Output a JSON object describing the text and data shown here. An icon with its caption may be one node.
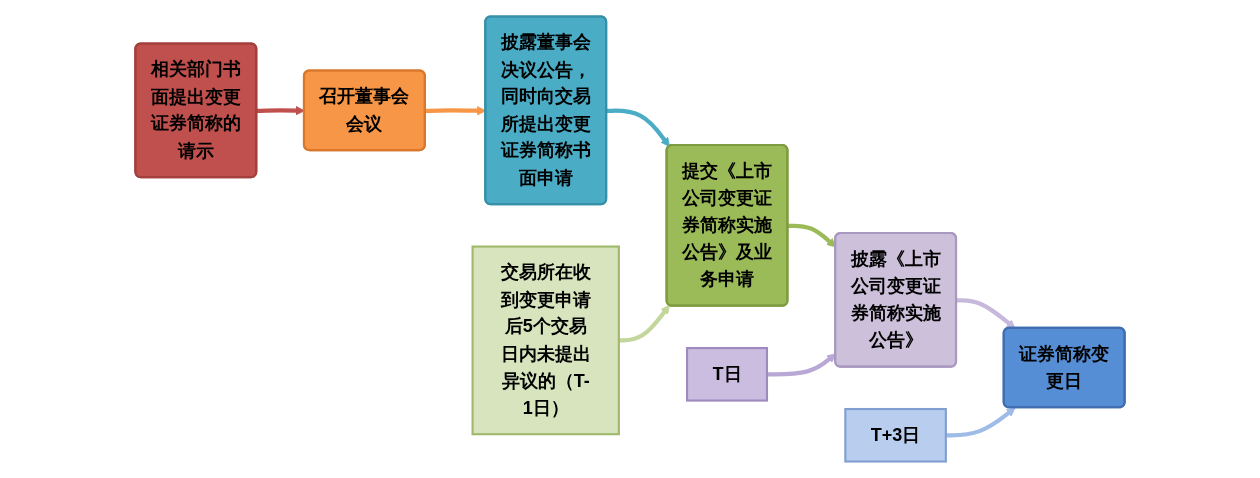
{
  "diagram": {
    "nodes": [
      {
        "text": [
          "相关部门书面提出变更证券简称的请示"
        ]
      },
      {
        "text": [
          "召开董事会会议"
        ]
      },
      {
        "text": [
          "披露董事会决议公告，同时向交易所提出变更证券简称书面申请"
        ]
      },
      {
        "text": [
          "提交《上市公司变更证券简称实施公告》及业务申请"
        ]
      },
      {
        "text": [
          "披露《上市公司变更证券简称实施公告》"
        ]
      },
      {
        "text": [
          "证券简称变更日"
        ]
      },
      {
        "text": [
          "交易所在收到变更申请后5个交易日内未提出异议的（T-1日）"
        ]
      },
      {
        "text": [
          "T日"
        ]
      },
      {
        "text": [
          "T+3日"
        ]
      }
    ],
    "edges": [
      {
        "from": 0,
        "to": 1,
        "arrow": "to",
        "color": "#c0504d"
      },
      {
        "from": 1,
        "to": 2,
        "arrow": "to",
        "color": "#f79646"
      },
      {
        "from": 2,
        "to": 3,
        "arrow": "to",
        "color": "#4bacc6"
      },
      {
        "from": 3,
        "to": 4,
        "arrow": "to",
        "color": "#9bbb59"
      },
      {
        "from": 4,
        "to": 5,
        "arrow": "to",
        "color": "#c6b9dc"
      },
      {
        "from": 6,
        "to": 3,
        "arrow": "to",
        "color": "#c3d69b"
      },
      {
        "from": 7,
        "to": 4,
        "arrow": "to",
        "color": "#b9a7d6"
      },
      {
        "from": 8,
        "to": 5,
        "arrow": "to",
        "color": "#9fbbe8"
      }
    ]
  }
}
